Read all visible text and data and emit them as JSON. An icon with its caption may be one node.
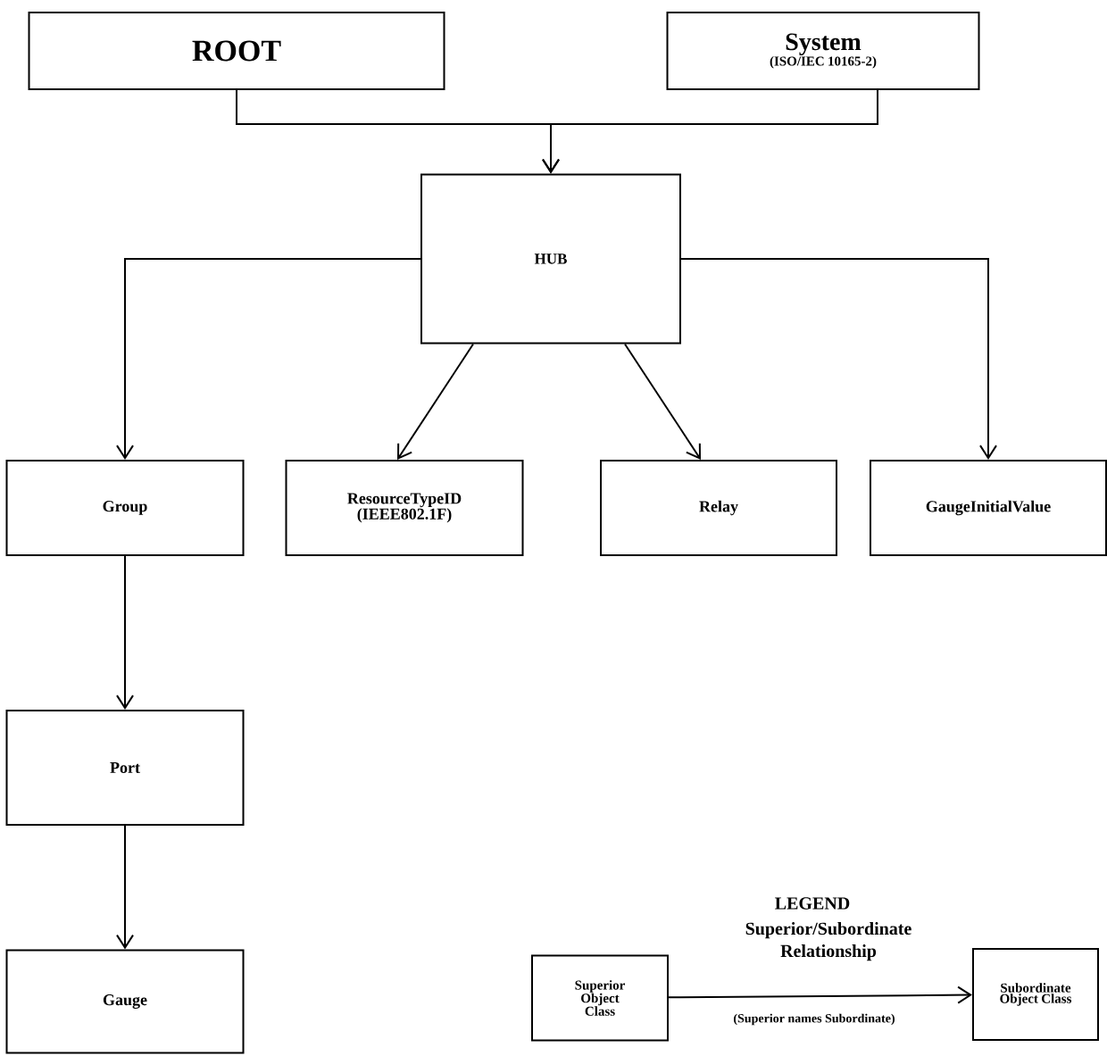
{
  "diagram": {
    "nodes": [
      {
        "text": [
          "ROOT"
        ]
      },
      {
        "text": [
          "System",
          "(ISO/IEC 10165-2)"
        ]
      },
      {
        "text": [
          "HUB"
        ]
      },
      {
        "text": [
          "Group"
        ]
      },
      {
        "text": [
          "ResourceTypeID",
          "(IEEE802.1F)"
        ]
      },
      {
        "text": [
          "Relay"
        ]
      },
      {
        "text": [
          "GaugeInitialValue"
        ]
      },
      {
        "text": [
          "Port"
        ]
      },
      {
        "text": [
          "Gauge"
        ]
      },
      {
        "text": [
          "Superior Object Class"
        ]
      },
      {
        "text": [
          "Subordinate Object Class"
        ]
      }
    ],
    "edges": [
      {
        "from": 0,
        "to": 2,
        "arrow": "to"
      },
      {
        "from": 1,
        "to": 2,
        "arrow": "to"
      },
      {
        "from": 2,
        "to": 3,
        "arrow": "to"
      },
      {
        "from": 2,
        "to": 4,
        "arrow": "to"
      },
      {
        "from": 2,
        "to": 5,
        "arrow": "to"
      },
      {
        "from": 2,
        "to": 6,
        "arrow": "to"
      },
      {
        "from": 3,
        "to": 7,
        "arrow": "to"
      },
      {
        "from": 7,
        "to": 8,
        "arrow": "to"
      },
      {
        "from": 9,
        "to": 10,
        "arrow": "to",
        "label": "(Superior names Subordinate)"
      }
    ],
    "labels": [
      "LEGEND",
      "Superior/Subordinate Relationship"
    ]
  }
}
